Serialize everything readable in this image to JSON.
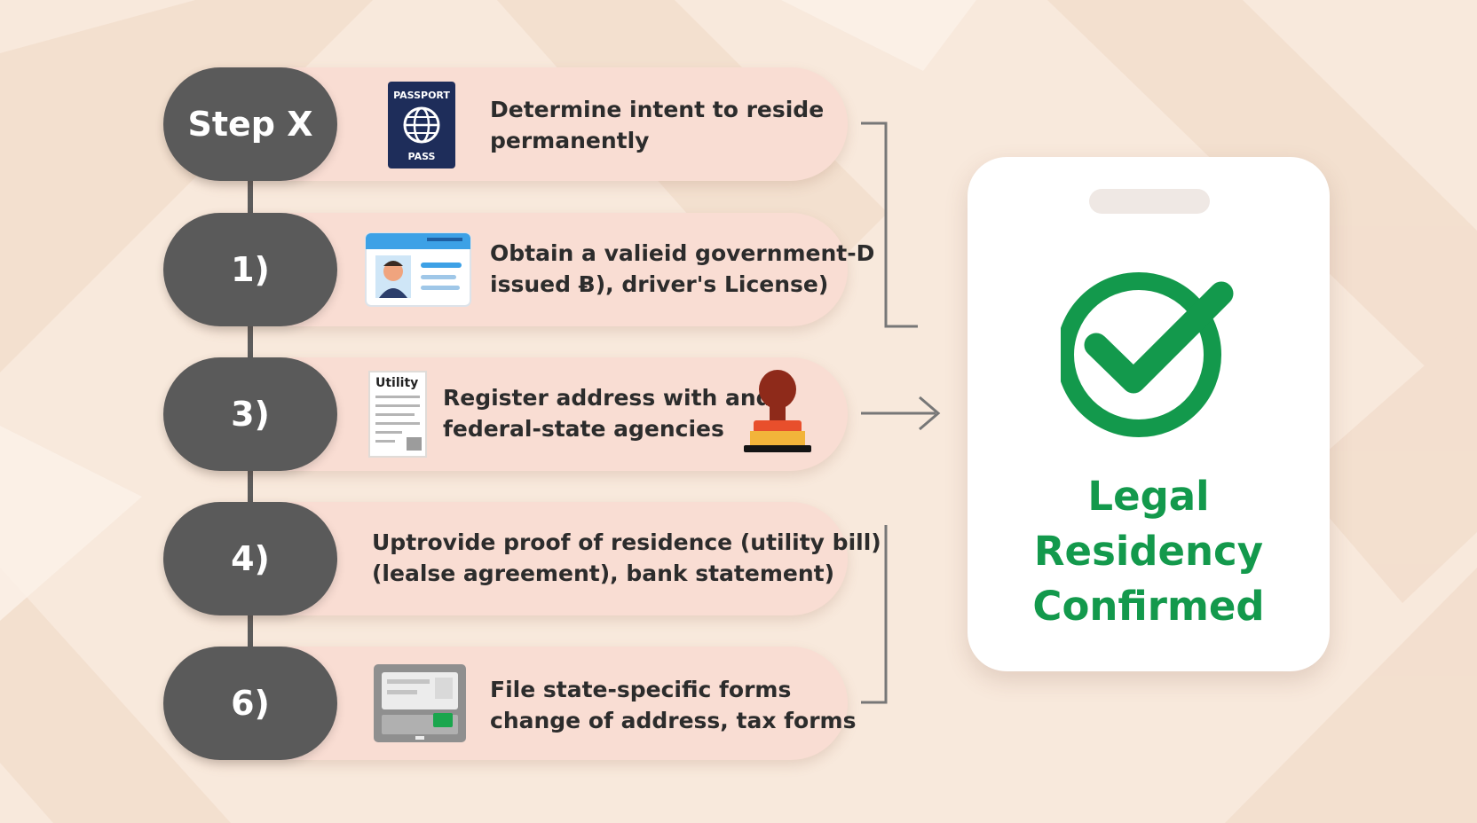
{
  "steps": [
    {
      "label": "Step X",
      "text": "Determine intent to reside\npermanently",
      "icon": "passport-icon",
      "icon_top": "PASSPORT",
      "icon_bottom": "PASS"
    },
    {
      "label": "1)",
      "text": "Obtain a valieid government-D\nissued Ƀ), driver's License)",
      "icon": "id-card-icon"
    },
    {
      "label": "3)",
      "text": "Register address with and\nfederal-state agencies",
      "icon": "utility-bill-icon",
      "icon_label": "Utility",
      "icon2": "stamp-icon"
    },
    {
      "label": "4)",
      "text": "Uptrovide proof of residence (utility bill)\n(lealse agreement), bank statement)"
    },
    {
      "label": "6)",
      "text": "File state-specific forms\nchange of address, tax forms",
      "icon": "bank-card-icon"
    }
  ],
  "result": {
    "title": "Legal Residency\nConfirmed",
    "icon": "check-circle-icon"
  },
  "colors": {
    "background": "#f8e9dc",
    "step_pill": "#5a5a5a",
    "step_bar": "#f9ddd3",
    "success_green": "#13994c",
    "connector": "#777777"
  }
}
